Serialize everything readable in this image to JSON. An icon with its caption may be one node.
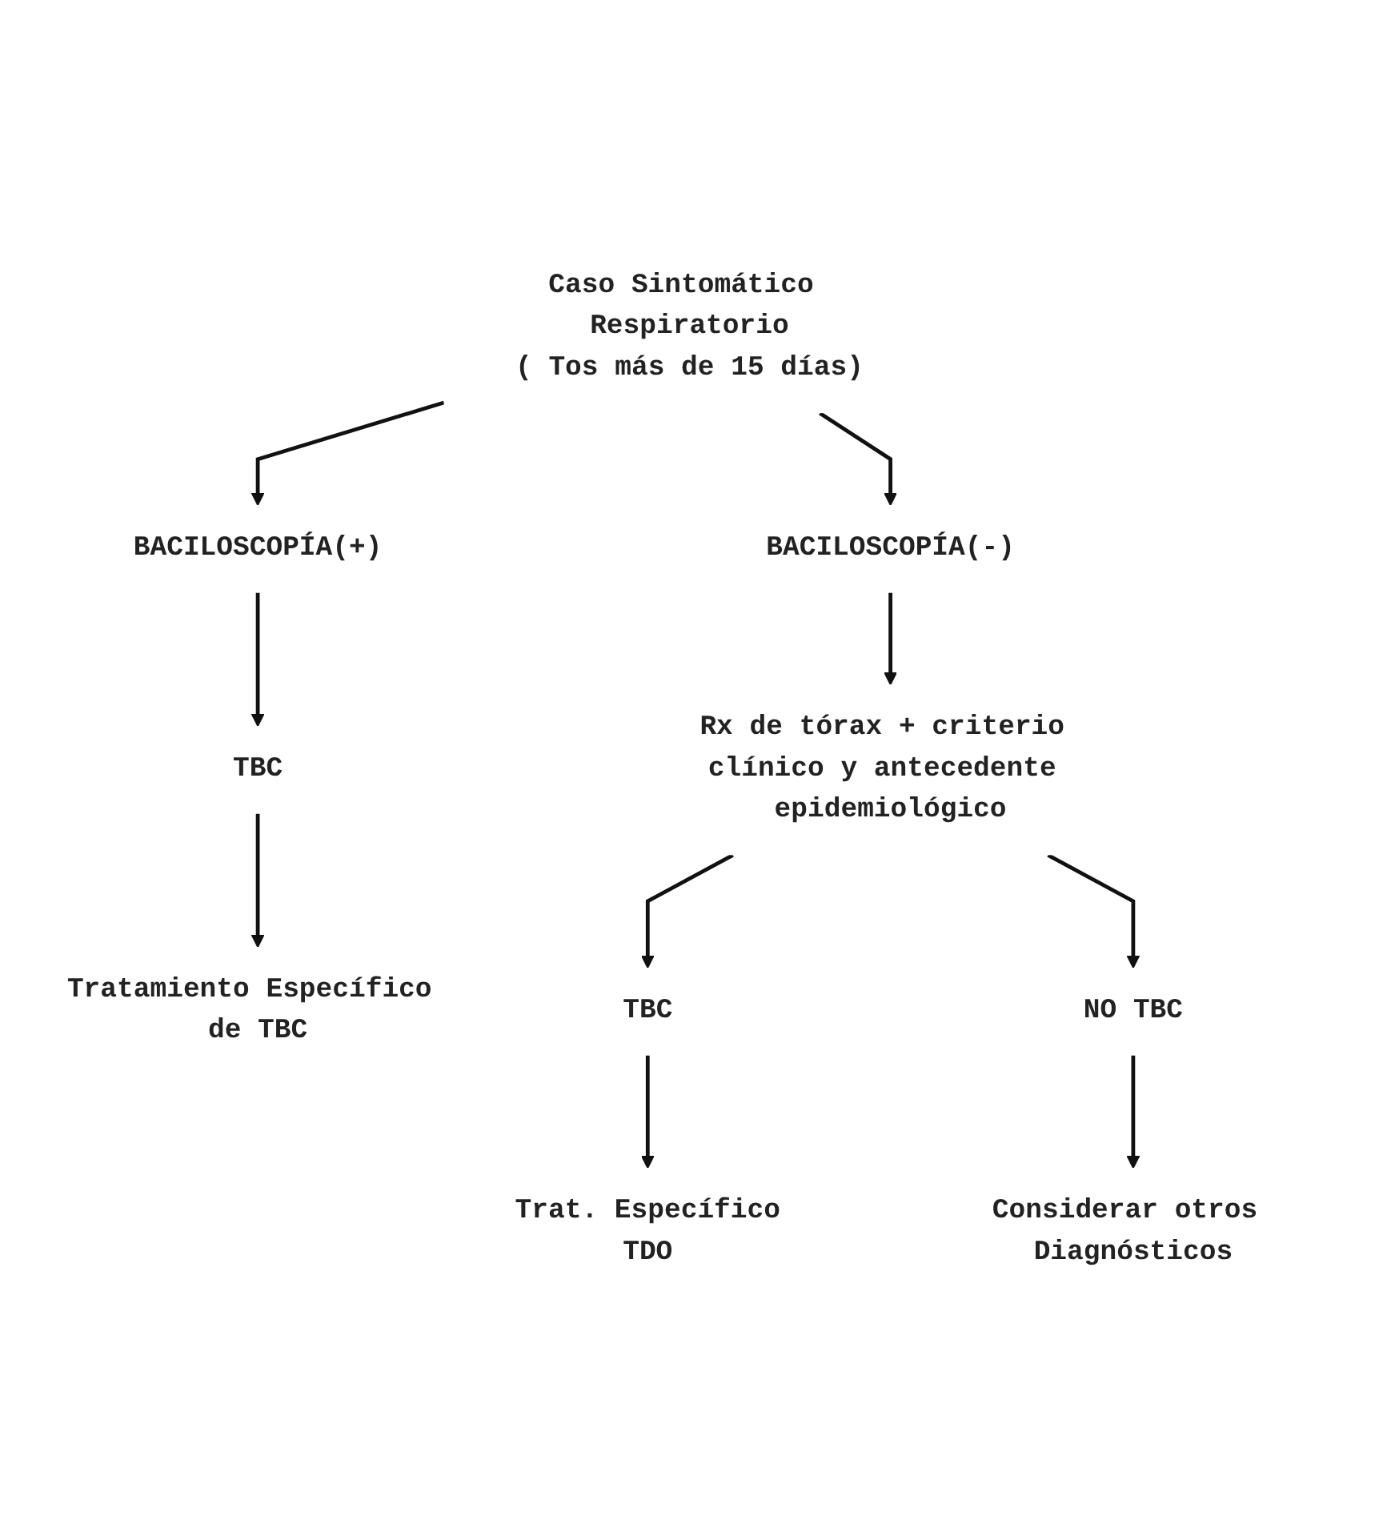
{
  "diagram": {
    "nodes": [
      {
        "text": [
          "Caso Sintomático Respiratorio",
          "( Tos más de 15 días)"
        ]
      },
      {
        "text": [
          "BACILOSCOPÍA(+)"
        ]
      },
      {
        "text": [
          "BACILOSCOPÍA(-)"
        ]
      },
      {
        "text": [
          "TBC"
        ]
      },
      {
        "text": [
          "Rx de tórax + criterio clínico y antecedente epidemiológico"
        ]
      },
      {
        "text": [
          "Tratamiento Específico de TBC"
        ]
      },
      {
        "text": [
          "TBC"
        ]
      },
      {
        "text": [
          "NO TBC"
        ]
      },
      {
        "text": [
          "Trat. Específico",
          "TDO"
        ]
      },
      {
        "text": [
          "Considerar otros Diagnósticos"
        ]
      }
    ],
    "edges": [
      {
        "from": 0,
        "to": 1,
        "arrow": "to"
      },
      {
        "from": 0,
        "to": 2,
        "arrow": "to"
      },
      {
        "from": 1,
        "to": 3,
        "arrow": "to"
      },
      {
        "from": 2,
        "to": 4,
        "arrow": "to"
      },
      {
        "from": 3,
        "to": 5,
        "arrow": "to"
      },
      {
        "from": 4,
        "to": 6,
        "arrow": "to"
      },
      {
        "from": 4,
        "to": 7,
        "arrow": "to"
      },
      {
        "from": 6,
        "to": 8,
        "arrow": "to"
      },
      {
        "from": 7,
        "to": 9,
        "arrow": "to"
      }
    ]
  }
}
